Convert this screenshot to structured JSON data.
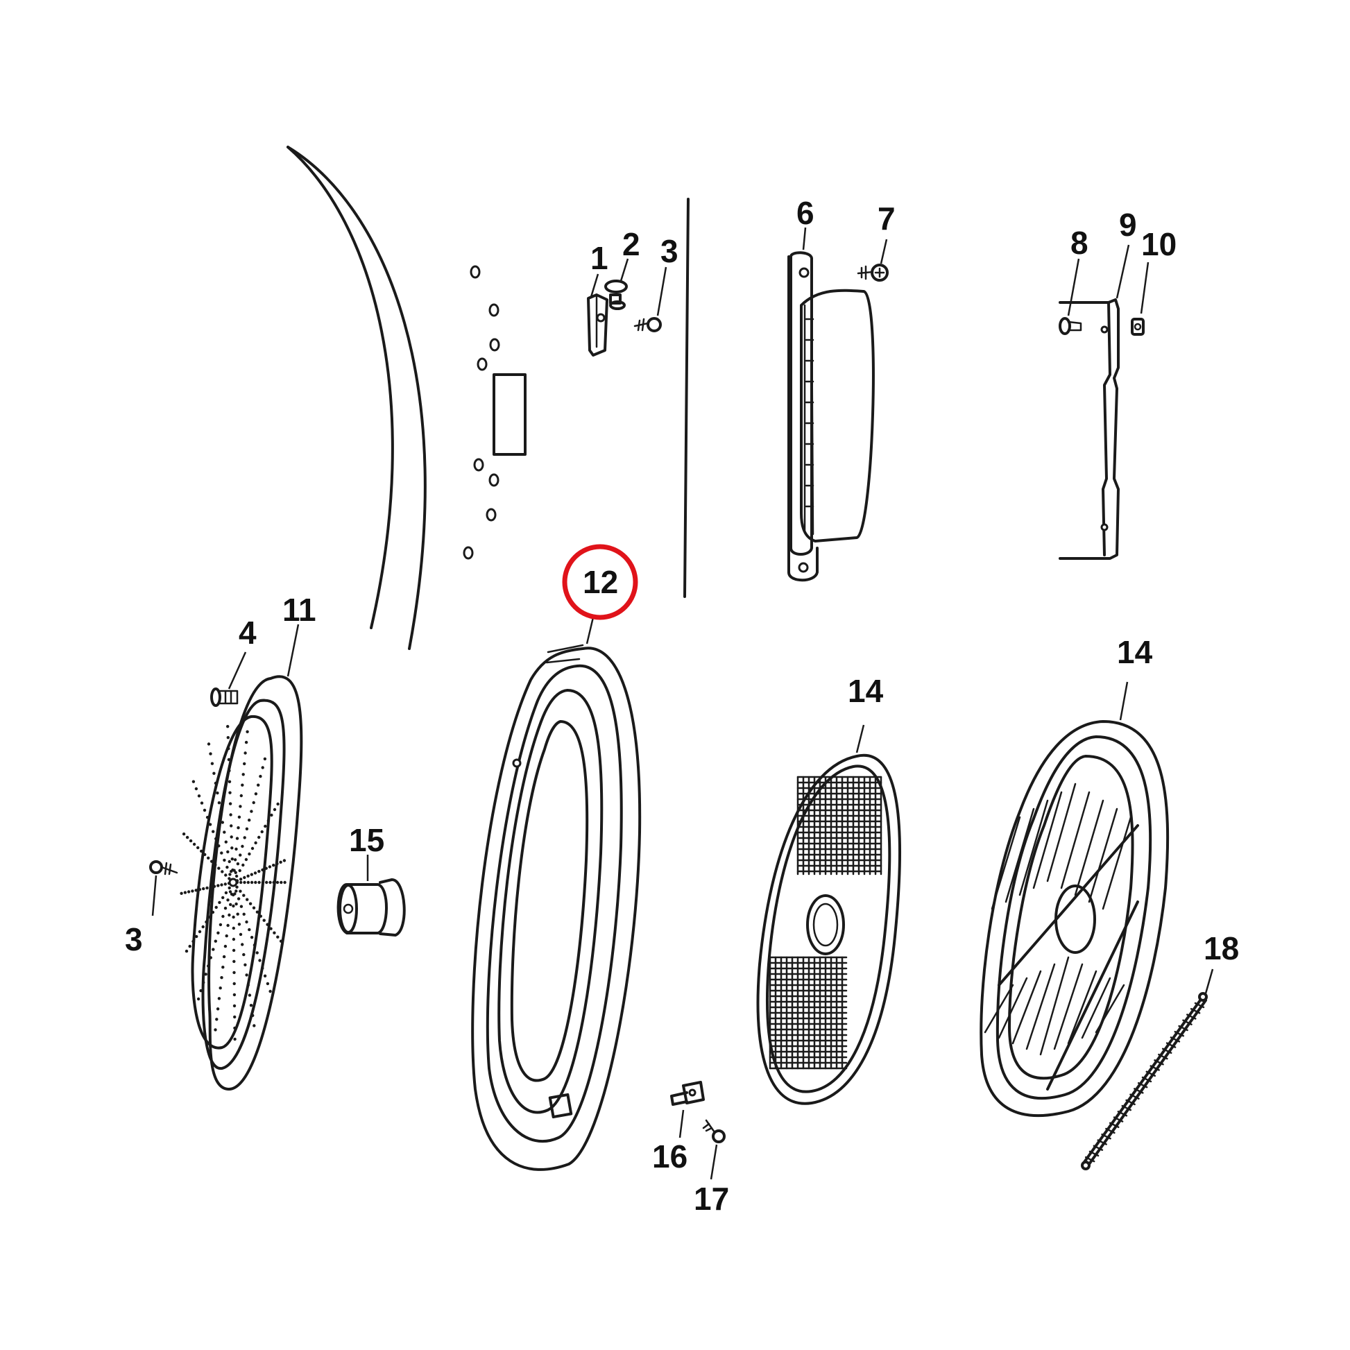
{
  "diagram": {
    "labels": {
      "p1": "1",
      "p2": "2",
      "p3a": "3",
      "p3b": "3",
      "p4": "4",
      "p6": "6",
      "p7": "7",
      "p8": "8",
      "p9": "9",
      "p10": "10",
      "p11": "11",
      "p12": "12",
      "p14a": "14",
      "p14b": "14",
      "p15": "15",
      "p16": "16",
      "p17": "17",
      "p18": "18"
    },
    "highlighted_part": "12",
    "highlight_color": "#e0131a"
  }
}
